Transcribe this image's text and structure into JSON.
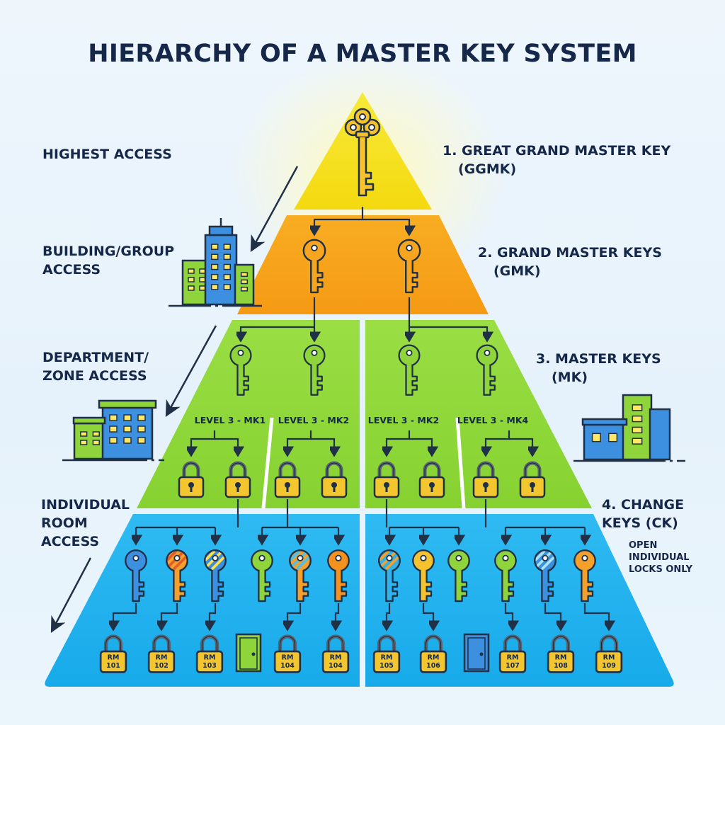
{
  "title": "HIERARCHY OF A MASTER KEY SYSTEM",
  "left_labels": {
    "highest": "HIGHEST ACCESS",
    "building": [
      "BUILDING/GROUP",
      "ACCESS"
    ],
    "department": [
      "DEPARTMENT/",
      "ZONE ACCESS"
    ],
    "individual": [
      "INDIVIDUAL",
      "ROOM",
      "ACCESS"
    ]
  },
  "right_labels": {
    "ggmk": [
      "1. GREAT GRAND MASTER KEY",
      "(GGMK)"
    ],
    "gmk": [
      "2. GRAND MASTER KEYS",
      "(GMK)"
    ],
    "mk": [
      "3. MASTER KEYS",
      "(MK)"
    ],
    "ck": [
      "4. CHANGE",
      "KEYS (CK)"
    ],
    "ck_note": [
      "OPEN",
      "INDIVIDUAL",
      "LOCKS ONLY"
    ]
  },
  "master_key_labels": [
    "LEVEL 3 - MK1",
    "LEVEL 3 - MK2",
    "LEVEL 3 - MK2",
    "LEVEL 3 - MK4"
  ],
  "rooms": [
    "101",
    "102",
    "103",
    "104",
    "104",
    "105",
    "106",
    "107",
    "108",
    "109"
  ],
  "room_prefix": "RM",
  "colors": {
    "title": "#16284a",
    "tier1": "#f7e21c",
    "tier2": "#f7a51e",
    "tier3": "#8fd83c",
    "tier4": "#1fb2ef",
    "lock_body": "#f3c52e",
    "outline": "#1f3047"
  },
  "icons": [
    "master-key-icon",
    "key-icon",
    "padlock-icon",
    "door-icon",
    "building-icon",
    "arrow-icon"
  ]
}
